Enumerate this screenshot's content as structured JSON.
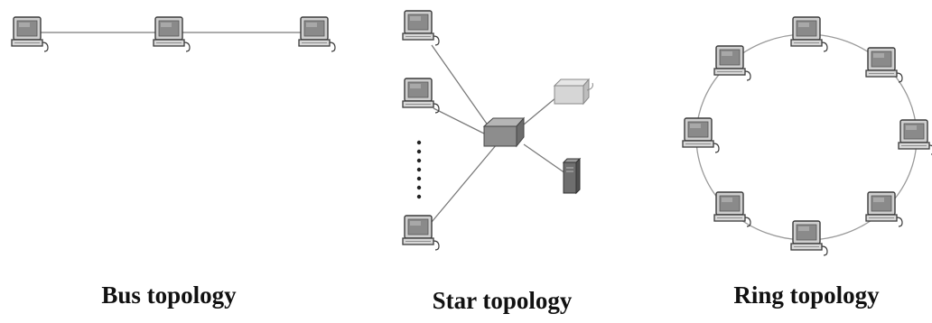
{
  "captions": {
    "bus": "Bus topology",
    "star": "Star topology",
    "ring": "Ring topology"
  },
  "diagrams": {
    "bus": {
      "computers": 3
    },
    "star": {
      "computers": 3,
      "ellipsis": true,
      "hub": "switch",
      "peripherals": [
        "printer",
        "server"
      ]
    },
    "ring": {
      "computers": 8
    }
  },
  "colors": {
    "link": "#7a7a7a",
    "monitor_body": "#cfcfcf",
    "monitor_outline": "#3a3a3a",
    "screen": "#8a8a8a",
    "switch": "#8d8d8d",
    "printer": "#d6d6d6",
    "server": "#6e6e6e"
  }
}
